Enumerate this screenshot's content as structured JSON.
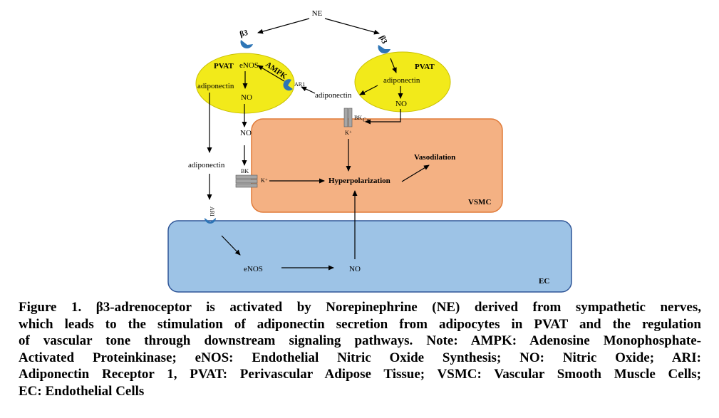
{
  "diagram": {
    "ne": "NE",
    "beta3": "β3",
    "pvat_left": "PVAT",
    "pvat_right": "PVAT",
    "enos_top": "eNOS",
    "ampk": "AMPK",
    "ar1_small": "AR1",
    "adiponectin_left_ellipse": "adiponectin",
    "no_left_ellipse": "NO",
    "no_left_out": "NO",
    "adiponectin_right_ellipse": "adiponectin",
    "no_right_ellipse": "NO",
    "adiponectin_mid": "adiponectin",
    "adiponectin_down": "adiponectin",
    "bk_left": "BK",
    "bk_right": "BK",
    "ca": "Ca",
    "k_left": "K⁺",
    "k_right": "K⁺",
    "vasodilation": "Vasodilation",
    "hyperpolarization": "Hyperpolarization",
    "vsmc": "VSMC",
    "ari": "ARI",
    "enos_ec": "eNOS",
    "no_ec": "NO",
    "ec": "EC"
  },
  "colors": {
    "pvat_fill": "#f2ea1a",
    "vsmc_fill": "#f4b183",
    "vsmc_stroke": "#e07b39",
    "ec_fill": "#9dc3e6",
    "ec_stroke": "#2f5597",
    "receptor": "#2e75b6"
  },
  "caption": {
    "lines": [
      "Figure 1. β3-adrenoceptor is activated by Norepinephrine (NE) derived from sympathetic nerves,",
      "which leads to the stimulation of adiponectin secretion from adipocytes in PVAT and the regulation",
      "of vascular tone through downstream signaling pathways. Note: AMPK: Adenosine Monophosphate-",
      "Activated Proteinkinase; eNOS: Endothelial Nitric Oxide Synthesis; NO: Nitric Oxide; ARI:",
      "Adiponectin Receptor 1, PVAT: Perivascular Adipose Tissue; VSMC: Vascular Smooth Muscle Cells;",
      "EC: Endothelial Cells"
    ]
  }
}
